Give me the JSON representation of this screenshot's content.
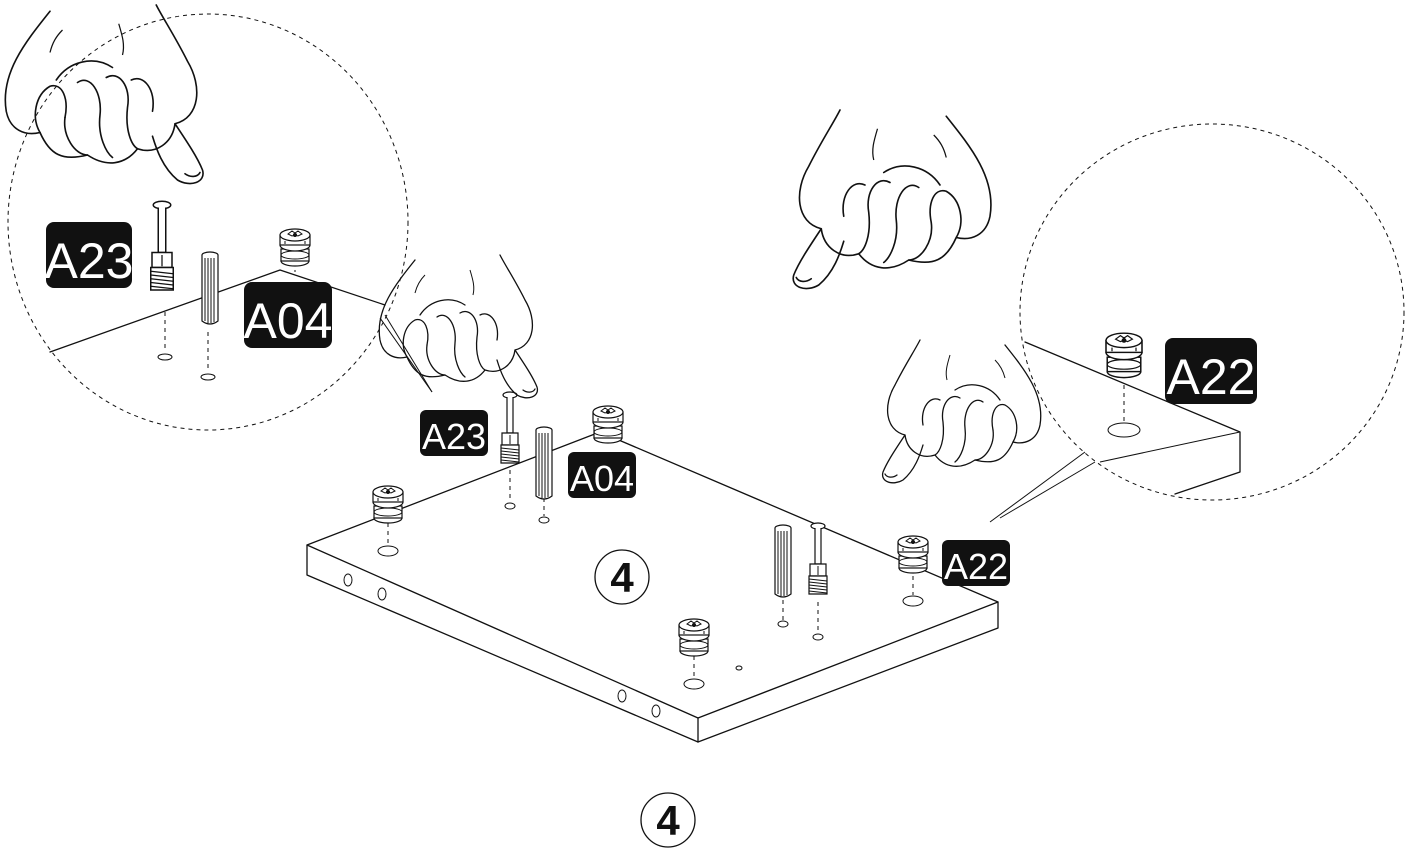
{
  "diagram": {
    "step_number_panel": "4",
    "step_number_bottom": "4",
    "parts": {
      "cam_bolt_label": "A23",
      "cam_lock_label": "A04",
      "cam_nut_label": "A22"
    }
  },
  "colors": {
    "ink": "#111111",
    "label_bg": "#111111",
    "label_text": "#ffffff",
    "background": "#ffffff"
  },
  "icons": [
    "hand-icon",
    "cam-bolt-icon",
    "wood-dowel-icon",
    "cam-lock-icon"
  ]
}
